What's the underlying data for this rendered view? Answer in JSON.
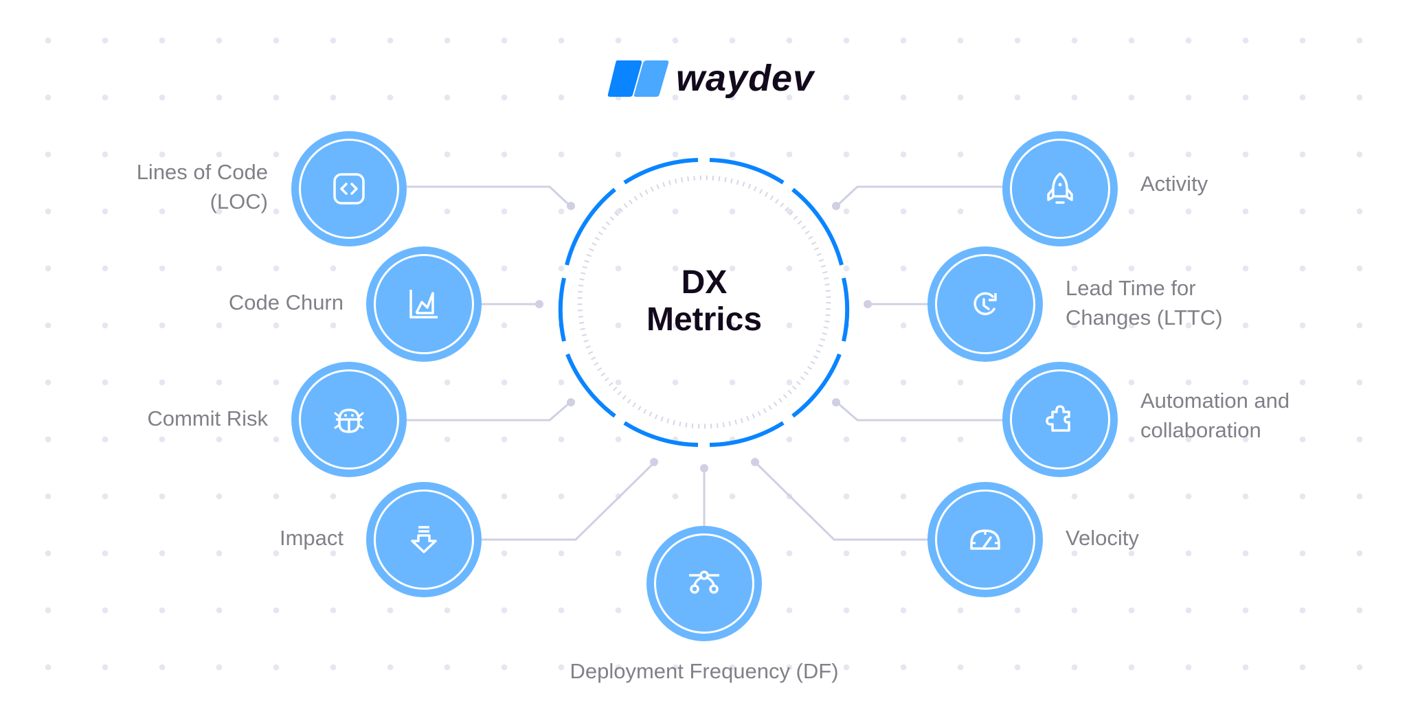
{
  "brand": {
    "name": "waydev",
    "colors": {
      "mark_dark": "#0a84ff",
      "mark_light": "#4aa8ff",
      "text": "#120a1c"
    }
  },
  "center": {
    "line1": "DX",
    "line2": "Metrics",
    "ring_color": "#0a84ff",
    "tick_color": "#d0d0e4"
  },
  "node_color": "#6ab7ff",
  "connector_color": "#d0d0e4",
  "label_color": "#808088",
  "metrics": {
    "loc": {
      "line1": "Lines of Code",
      "line2": "(LOC)",
      "icon": "code-brackets-icon"
    },
    "code_churn": {
      "label": "Code Churn",
      "icon": "area-chart-icon"
    },
    "commit_risk": {
      "label": "Commit Risk",
      "icon": "bug-icon"
    },
    "impact": {
      "label": "Impact",
      "icon": "download-arrow-icon"
    },
    "deployment_frequency": {
      "label": "Deployment Frequency (DF)",
      "icon": "bezier-curve-icon"
    },
    "velocity": {
      "label": "Velocity",
      "icon": "speedometer-icon"
    },
    "automation": {
      "line1": "Automation and",
      "line2": "collaboration",
      "icon": "puzzle-piece-icon"
    },
    "lttc": {
      "line1": "Lead Time for",
      "line2": "Changes (LTTC)",
      "icon": "clock-refresh-icon"
    },
    "activity": {
      "label": "Activity",
      "icon": "rocket-icon"
    }
  }
}
